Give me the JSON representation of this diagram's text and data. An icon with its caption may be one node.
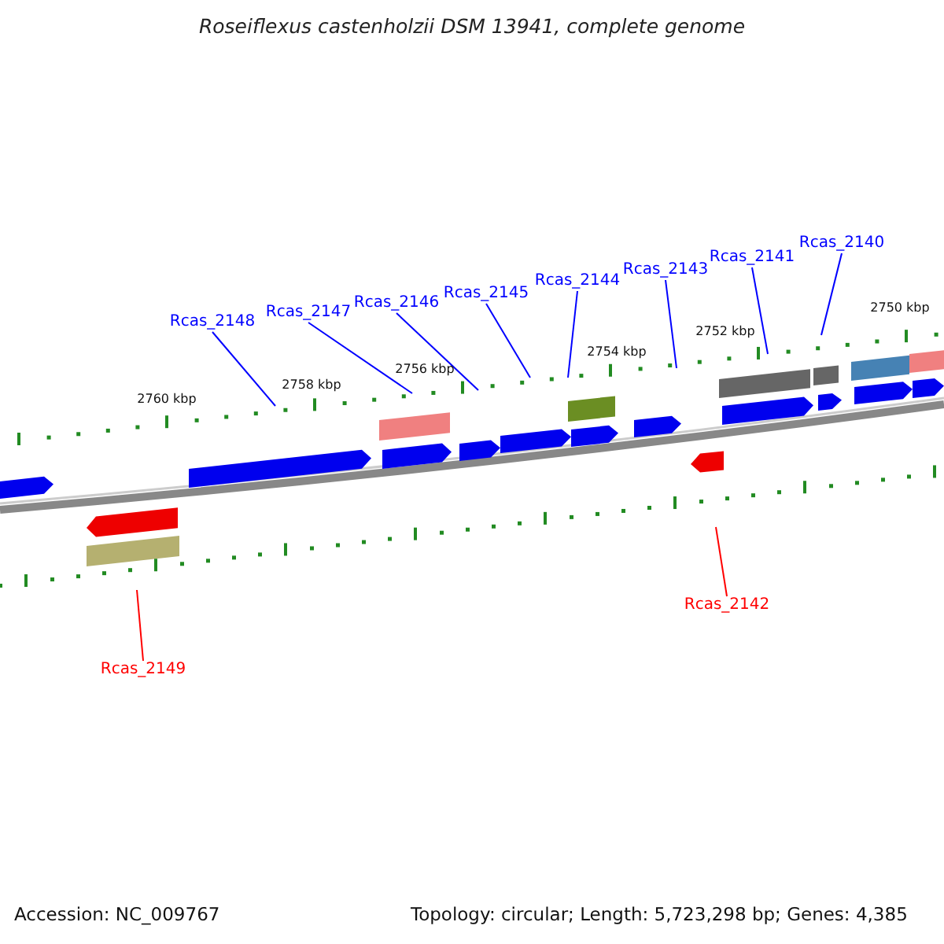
{
  "diagram": {
    "title": "Roseiflexus castenholzii DSM 13941, complete genome",
    "nodes": [
      {
        "text": [
          "Rcas_2148"
        ]
      },
      {
        "text": [
          "Rcas_2147"
        ]
      },
      {
        "text": [
          "Rcas_2146"
        ]
      },
      {
        "text": [
          "Rcas_2145"
        ]
      },
      {
        "text": [
          "Rcas_2144"
        ]
      },
      {
        "text": [
          "Rcas_2143"
        ]
      },
      {
        "text": [
          "Rcas_2141"
        ]
      },
      {
        "text": [
          "Rcas_2140"
        ]
      },
      {
        "text": [
          "Rcas_2142"
        ]
      },
      {
        "text": [
          "Rcas_2149"
        ]
      }
    ],
    "edges": [
      {
        "from": 0,
        "to": null,
        "arrow": "none"
      },
      {
        "from": 1,
        "to": null,
        "arrow": "none"
      },
      {
        "from": 2,
        "to": null,
        "arrow": "none"
      },
      {
        "from": 3,
        "to": null,
        "arrow": "none"
      },
      {
        "from": 4,
        "to": null,
        "arrow": "none"
      },
      {
        "from": 5,
        "to": null,
        "arrow": "none"
      },
      {
        "from": 6,
        "to": null,
        "arrow": "none"
      },
      {
        "from": 7,
        "to": null,
        "arrow": "none"
      },
      {
        "from": 8,
        "to": null,
        "arrow": "none",
        "color": "#ff0000"
      },
      {
        "from": 9,
        "to": null,
        "arrow": "none",
        "color": "#ff0000"
      }
    ],
    "labels": [
      "2760 kbp",
      "2758 kbp",
      "2756 kbp",
      "2754 kbp",
      "2752 kbp",
      "2750 kbp",
      "Accession: NC_009767",
      "Topology: circular; Length: 5,723,298 bp; Genes: 4,385"
    ]
  }
}
